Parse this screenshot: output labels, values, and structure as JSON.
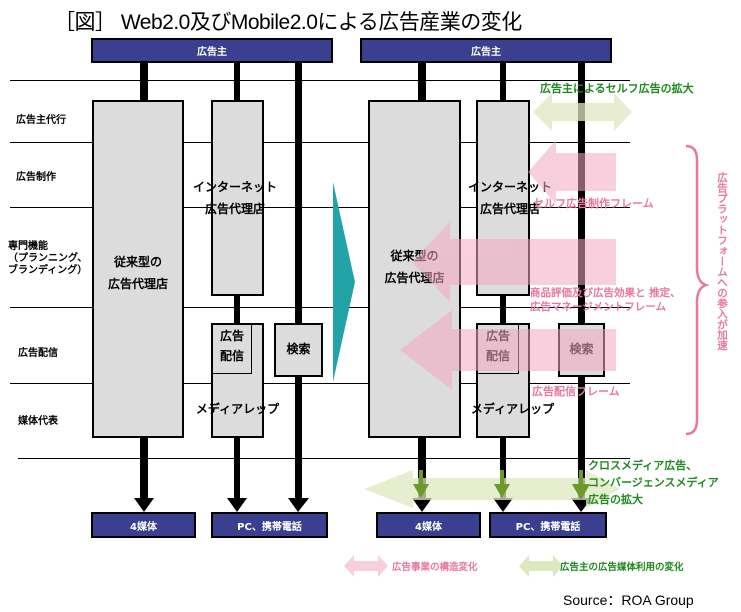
{
  "title": "［図］ Web2.0及びMobile2.0による広告産業の変化",
  "colors": {
    "navy": "#3b3f8f",
    "gray_box": "#dcdcdc",
    "teal_arrow": "#22a3a8",
    "pink": "#e8789e",
    "pink_arrow": "#f8cfdc",
    "green_text": "#1e8a1e",
    "green_arrow": "#dde8bf",
    "dark_green_arrow": "#6a9a2a"
  },
  "row_labels": [
    "広告主代行",
    "広告制作",
    "専門機能\n（プランニング、\nブランディング）",
    "広告配信",
    "媒体代表"
  ],
  "left": {
    "advertiser": "広告主",
    "traditional_agency": [
      "従来型の",
      "広告代理店"
    ],
    "internet_agency": [
      "インターネット",
      "広告代理店"
    ],
    "ad_delivery": [
      "広告",
      "配信"
    ],
    "search": "検索",
    "media_rep": "メディアレップ",
    "four_media": "4媒体",
    "pc_mobile": "PC、携帯電話"
  },
  "right": {
    "advertiser": "広告主",
    "traditional_agency": [
      "従来型の",
      "広告代理店"
    ],
    "internet_agency": [
      "インターネット",
      "広告代理店"
    ],
    "ad_delivery": [
      "広告",
      "配信"
    ],
    "search": "検索",
    "media_rep": "メディアレップ",
    "four_media": "4媒体",
    "pc_mobile": "PC、携帯電話"
  },
  "annotations": {
    "self_ad_expansion": "広告主によるセルフ広告の拡大",
    "self_production_frame": "セルフ広告制作フレーム",
    "evaluation_frame_1": "商品評価及び広告効果と 推定、",
    "evaluation_frame_2": "広告マネージメントフレーム",
    "delivery_frame": "広告配信フレーム",
    "platform_entry": "広告プラットフォームへの参入が加速",
    "cross_media_1": "クロスメディア広告、",
    "cross_media_2": "コンバージェンスメディア",
    "cross_media_3": "広告の拡大"
  },
  "legend": {
    "structural_change": "広告事業の構造変化",
    "media_use_change": "広告主の広告媒体利用の変化"
  },
  "source": "Source：ROA Group"
}
